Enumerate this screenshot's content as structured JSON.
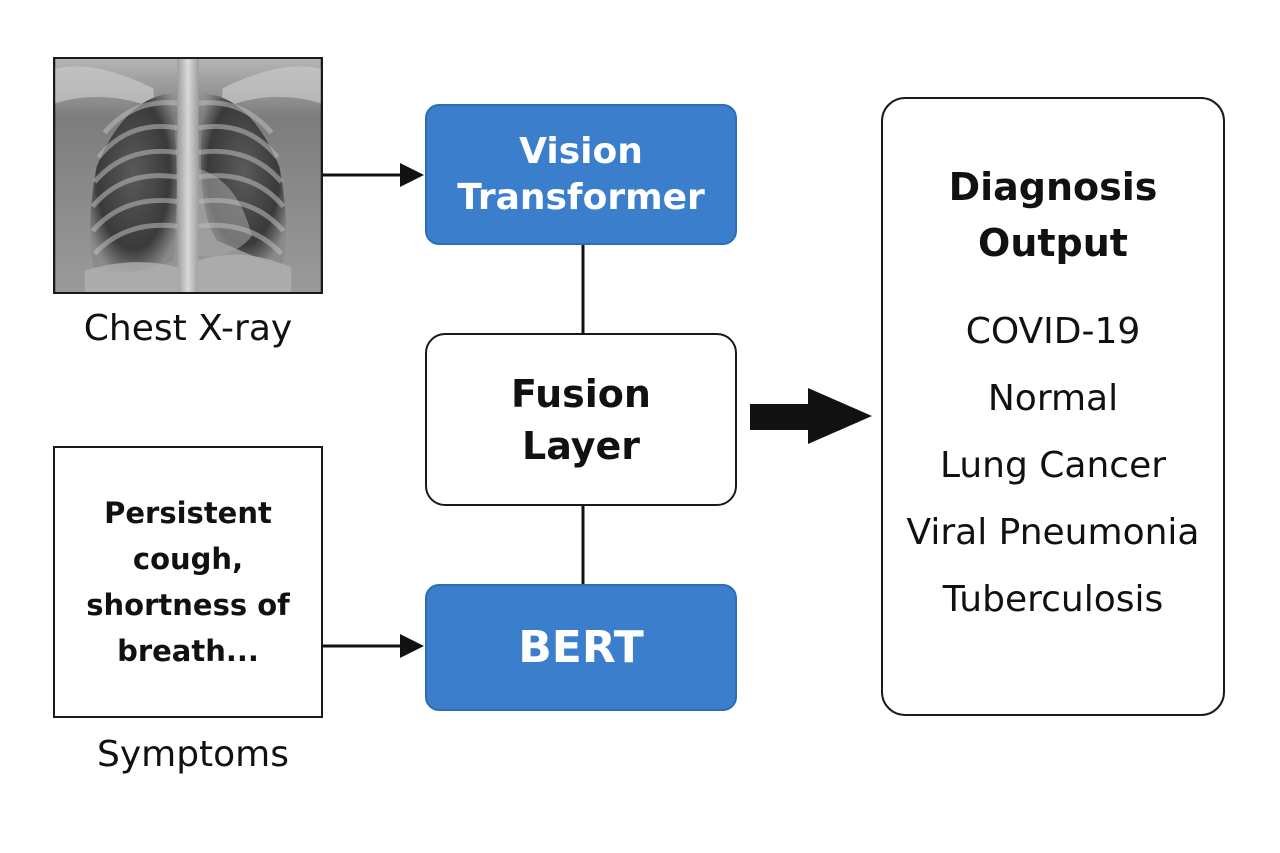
{
  "inputs": {
    "xray_caption": "Chest X-ray",
    "symptoms_text": "Persistent cough, shortness of breath...",
    "symptoms_caption": "Symptoms"
  },
  "models": {
    "vision": "Vision Transformer",
    "fusion": "Fusion Layer",
    "text": "BERT"
  },
  "output": {
    "title": "Diagnosis Output",
    "classes": [
      "COVID-19",
      "Normal",
      "Lung Cancer",
      "Viral Pneumonia",
      "Tuberculosis"
    ]
  },
  "colors": {
    "model_block": "#3b7fcc",
    "outline": "#1a1a1a",
    "arrow": "#111111"
  },
  "icons": {
    "xray_image": "chest-xray-image"
  }
}
